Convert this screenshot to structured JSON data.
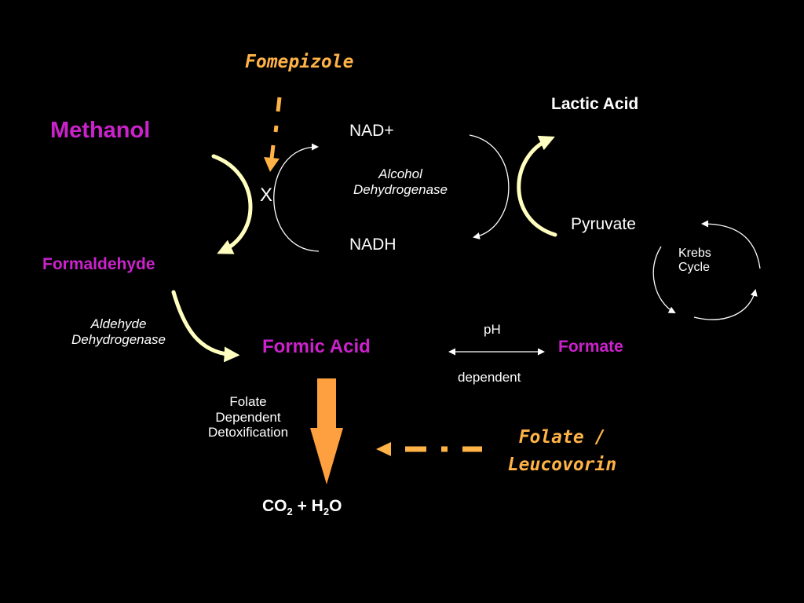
{
  "colors": {
    "background": "#000000",
    "compound": "#CC22CC",
    "label": "#FFFFFF",
    "antidote": "#FFB347",
    "arrow_thick": "#FFFFC0",
    "arrow_thin": "#FFFFFF",
    "flow_arrow": "#FFA040"
  },
  "compounds": {
    "methanol": "Methanol",
    "formaldehyde": "Formaldehyde",
    "formic_acid": "Formic Acid",
    "formate": "Formate"
  },
  "antidotes": {
    "fomepizole": "Fomepizole",
    "folate_line1": "Folate /",
    "folate_line2": "Leucovorin"
  },
  "labels": {
    "nad_plus": "NAD+",
    "nadh": "NADH",
    "alcohol_dh_line1": "Alcohol",
    "alcohol_dh_line2": "Dehydrogenase",
    "aldehyde_dh_line1": "Aldehyde",
    "aldehyde_dh_line2": "Dehydrogenase",
    "lactic_acid": "Lactic Acid",
    "pyruvate": "Pyruvate",
    "krebs_line1": "Krebs",
    "krebs_line2": "Cycle",
    "ph": "pH",
    "dependent": "dependent",
    "folate_detox_line1": "Folate",
    "folate_detox_line2": "Dependent",
    "folate_detox_line3": "Detoxification",
    "block_mark": "X"
  },
  "products": {
    "co": "CO",
    "co_sub": "2",
    "plus_h": " + H",
    "h_sub": "2",
    "o": "O"
  }
}
